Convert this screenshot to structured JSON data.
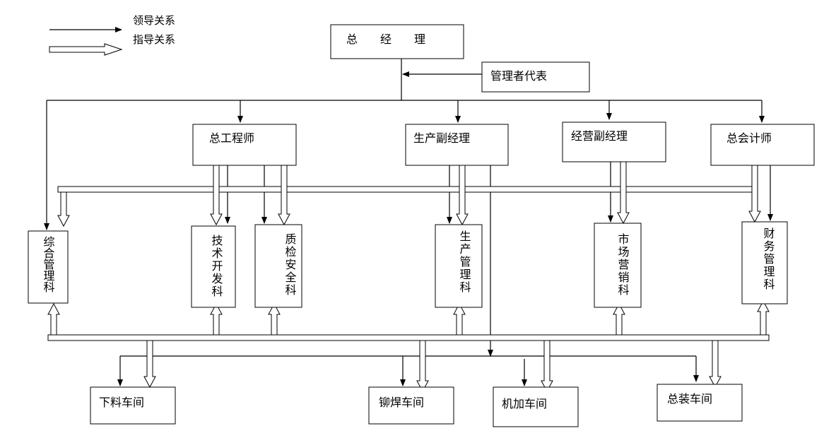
{
  "legend": {
    "lead": "领导关系",
    "guide": "指导关系"
  },
  "nodes": {
    "general_manager": "总　　经　　理",
    "mgmt_rep": "管理者代表",
    "chief_engineer": "总工程师",
    "prod_vp": "生产副经理",
    "biz_vp": "经营副经理",
    "chief_accountant": "总会计师",
    "general_mgmt": "综合管理科",
    "tech_dev": "技术开发科",
    "quality": "质检安全科",
    "prod_mgmt": "生产管理科",
    "marketing": "市场营销科",
    "finance": "财务管理科",
    "cutting": "下料车间",
    "welding": "铆焊车间",
    "machining": "机加车间",
    "assembly": "总装车间"
  }
}
